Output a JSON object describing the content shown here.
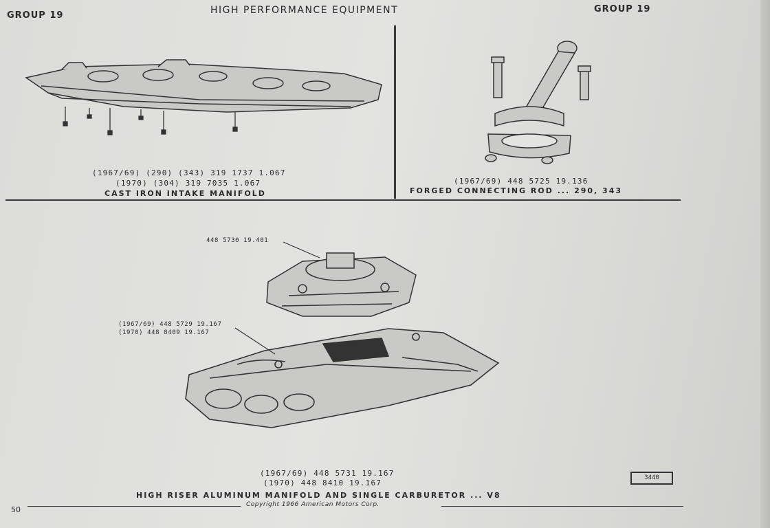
{
  "header": {
    "left_group": "GROUP 19",
    "title": "HIGH PERFORMANCE EQUIPMENT",
    "right_group": "GROUP 19"
  },
  "panels": {
    "intake_manifold": {
      "line1": "(1967/69) (290) (343) 319 1737    1.067",
      "line2": "(1970) (304) 319 7035    1.067",
      "title": "CAST IRON INTAKE MANIFOLD"
    },
    "connecting_rod": {
      "line1": "(1967/69) 448 5725       19.136",
      "title": "FORGED CONNECTING ROD ... 290, 343"
    },
    "aluminum_manifold": {
      "carb_label": "448 5730   19.401",
      "manifold_label_1": "(1967/69) 448 5729   19.167",
      "manifold_label_2": "(1970) 448 8409   19.167",
      "line1": "(1967/69) 448 5731      19.167",
      "line2": "(1970) 448 8410      19.167",
      "title": "HIGH RISER ALUMINUM MANIFOLD AND SINGLE CARBURETOR ... V8"
    }
  },
  "footer": {
    "page_number": "50",
    "copyright": "Copyright 1966 American Motors Corp.",
    "box_number": "3440"
  }
}
